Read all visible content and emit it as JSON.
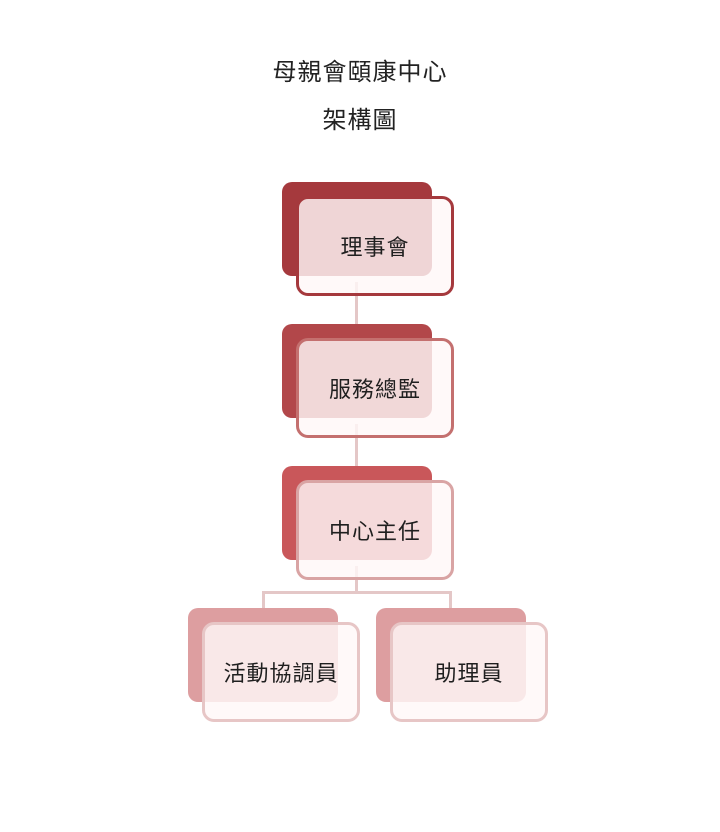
{
  "header": {
    "title": "母親會頤康中心",
    "subtitle": "架構圖"
  },
  "colors": {
    "level1": "#a5393d",
    "level2": "#b2474a",
    "level3": "#c9575a",
    "level4": "#dd9ea0",
    "connector": "#e4c7c7"
  },
  "nodes": {
    "board": {
      "label": "理事會"
    },
    "service_director": {
      "label": "服務總監"
    },
    "center_manager": {
      "label": "中心主任"
    },
    "activity_coordinator": {
      "label": "活動協調員"
    },
    "assistant": {
      "label": "助理員"
    }
  }
}
